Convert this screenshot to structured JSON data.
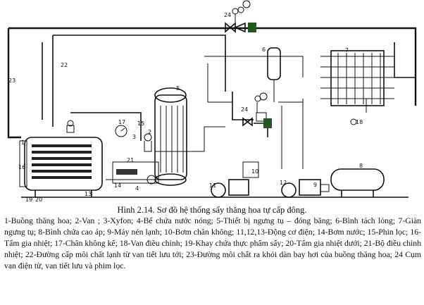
{
  "caption": {
    "figure_no": "Hình 2.14.",
    "title": "Sơ đồ hệ thống sấy thăng hoa tự cấp đông."
  },
  "legend_text": "1-Buồng thăng hoa; 2-Van ; 3-Xyfon; 4-Bể chứa nước nóng; 5-Thiết bị ngưng tụ – đóng băng; 6-Bình tách lỏng; 7-Giàn ngưng tụ; 8-Bình chứa cao áp; 9-Máy nén lạnh; 10-Bơm chân không; 11,12,13-Động cơ điện; 14-Bơm nước; 15-Phin lọc; 16-Tấm gia nhiệt; 17-Chân không kế; 18-Van điều chỉnh; 19-Khay chứa thực phẩm sấy; 20-Tấm gia nhiệt dưới; 21-Bộ điều chỉnh nhiệt; 22-Đường cấp môi chất lạnh từ van tiết lưu tới; 23-Đường môi chất ra khỏi dàn bay hơi của buồng thăng hoa; 24 Cụm van điện từ, van tiết lưu và phim lọc.",
  "diagram_labels": {
    "l24_top": "24",
    "l24_mid": "24",
    "l23": "23",
    "l22": "22",
    "l1": "1",
    "l2": "2",
    "l3": "3",
    "l4": "4",
    "l5": "5",
    "l6": "6",
    "l7": "7",
    "l8": "8",
    "l9": "9",
    "l10": "10",
    "l11": "11",
    "l12": "12",
    "l13": "13",
    "l14": "14",
    "l15": "15",
    "l16": "16",
    "l17": "17",
    "l18": "18",
    "l19": "19",
    "l20": "20",
    "l21": "21"
  }
}
